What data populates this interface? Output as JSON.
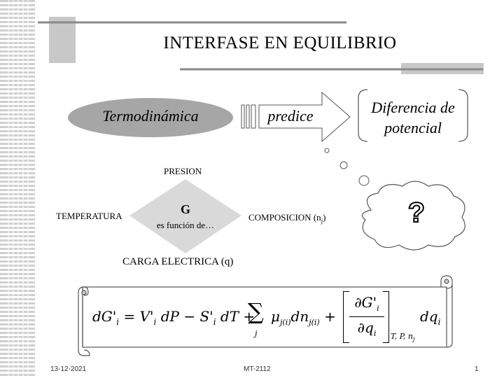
{
  "title": "INTERFASE   EN   EQUILIBRIO",
  "termodinamica": "Termodinámica",
  "predice": "predice",
  "diferencia_line1": "Diferencia de",
  "diferencia_line2": "potencial",
  "presion": "PRESION",
  "temperatura": "TEMPERATURA",
  "composicion": "COMPOSICION (n",
  "composicion_sub": "j",
  "composicion_close": ")",
  "g_label": "G",
  "g_sub": "es función de…",
  "carga": "CARGA ELECTRICA (q)",
  "question": "?",
  "footer": {
    "date": "13-12-2021",
    "course": "MT-2112",
    "page": "1"
  },
  "colors": {
    "ellipse": "#a6a6a6",
    "diamond": "#d9d9d9",
    "bars": "#c0c0c0",
    "stripes": "#cfcfcf"
  }
}
